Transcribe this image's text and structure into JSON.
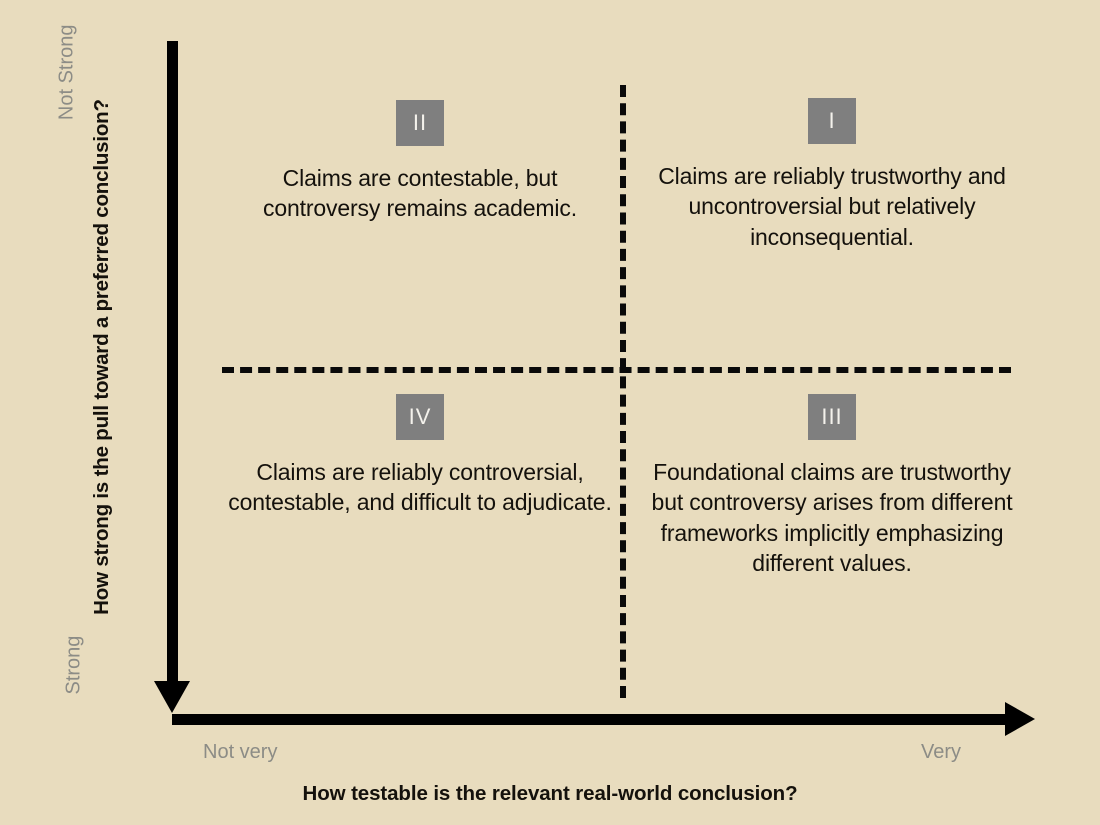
{
  "axes": {
    "y_title": "How strong is the pull toward a preferred conclusion?",
    "x_title": "How testable is the relevant real-world conclusion?",
    "y_tick_top": "Not Strong",
    "y_tick_bottom": "Strong",
    "x_tick_left": "Not very",
    "x_tick_right": "Very"
  },
  "quadrants": [
    {
      "id": "II",
      "badge": "II",
      "text": "Claims are contestable, but controversy remains academic.",
      "position": "top-left"
    },
    {
      "id": "I",
      "badge": "I",
      "text": "Claims are reliably trustworthy and uncontroversial but relatively inconsequential.",
      "position": "top-right"
    },
    {
      "id": "IV",
      "badge": "IV",
      "text": "Claims are reliably controversial, contestable, and difficult to adjudicate.",
      "position": "bottom-left"
    },
    {
      "id": "III",
      "badge": "III",
      "text": "Foundational claims are trustworthy but controversy arises from different frameworks implicitly emphasizing different values.",
      "position": "bottom-right"
    }
  ],
  "colors": {
    "background": "#e8dcbe",
    "axis": "#000000",
    "badge_fill": "#7f7f7f",
    "badge_text": "#f4f2ec",
    "tick_label": "#8c8c86",
    "body_text": "#14110c"
  }
}
